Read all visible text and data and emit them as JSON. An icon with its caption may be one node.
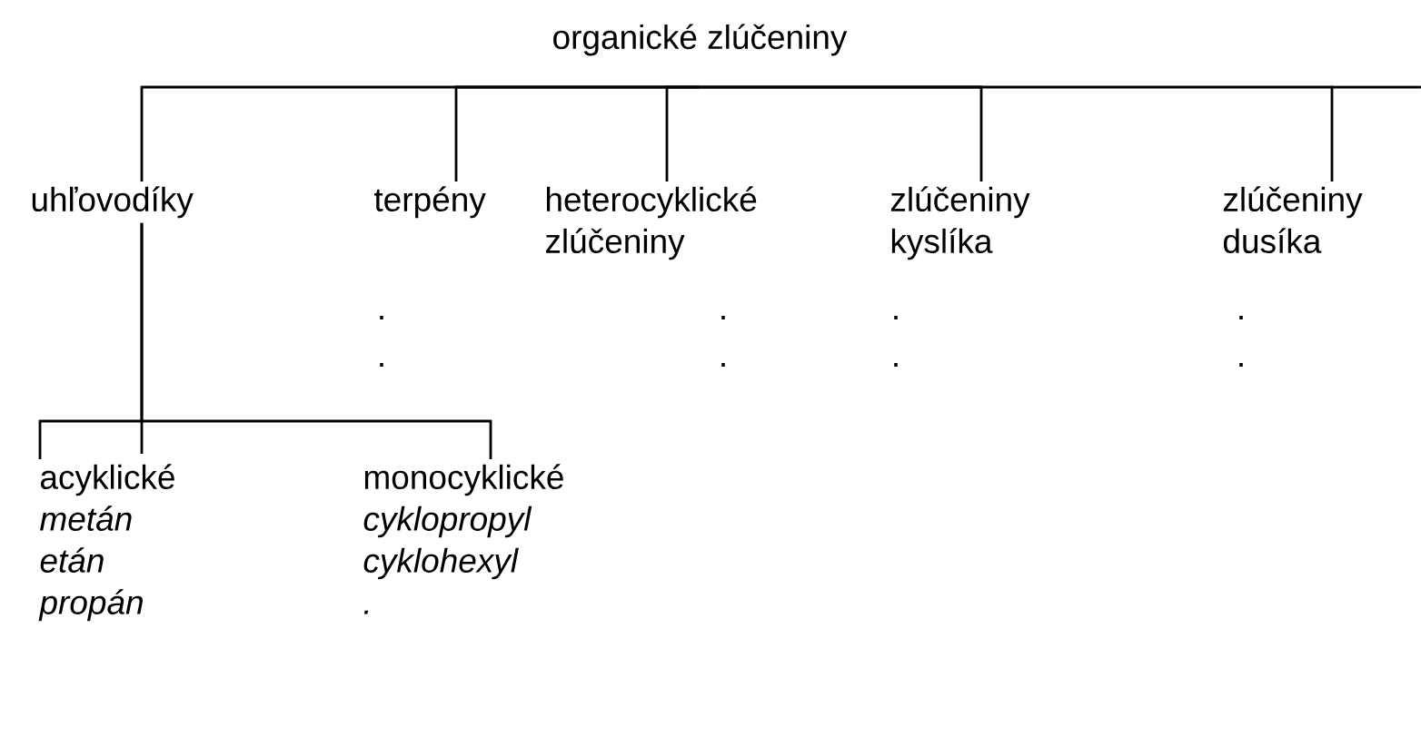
{
  "diagram": {
    "nodes": [
      {
        "text": [
          "organické zlúčeniny"
        ]
      },
      {
        "text": [
          "uhľovodíky"
        ]
      },
      {
        "text": [
          "terpény"
        ]
      },
      {
        "text": [
          "heterocyklické zlúčeniny"
        ]
      },
      {
        "text": [
          "zlúčeniny kyslíka"
        ]
      },
      {
        "text": [
          "zlúčeniny dusíka"
        ]
      },
      {
        "text": [
          "acyklické",
          "metán",
          "etán",
          "propán"
        ]
      },
      {
        "text": [
          "monocyklické",
          "cyklopropyl",
          "cyklohexyl",
          "."
        ]
      }
    ],
    "edges": [
      {
        "from": 0,
        "to": 1,
        "arrow": "none"
      },
      {
        "from": 0,
        "to": 2,
        "arrow": "none"
      },
      {
        "from": 0,
        "to": 3,
        "arrow": "none"
      },
      {
        "from": 0,
        "to": 4,
        "arrow": "none"
      },
      {
        "from": 0,
        "to": 5,
        "arrow": "none"
      },
      {
        "from": 1,
        "to": 6,
        "arrow": "none"
      },
      {
        "from": 1,
        "to": 7,
        "arrow": "none"
      }
    ],
    "labels": [
      ".",
      ".",
      ".",
      ".",
      ".",
      ".",
      ".",
      "."
    ]
  }
}
